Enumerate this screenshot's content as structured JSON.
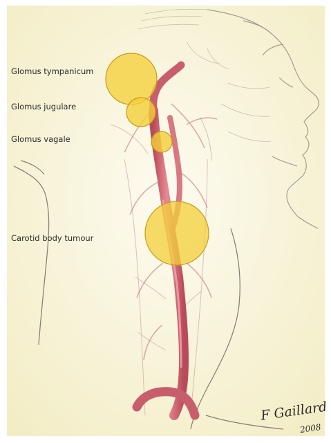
{
  "labels": {
    "glomus_tympanicum": "Glomus tympanicum",
    "glomus_jugulare": "Glomus jugulare",
    "glomus_vagale": "Glomus vagale",
    "carotid_body_tumour": "Carotid body tumour"
  },
  "signature": {
    "name": "F Gaillard",
    "year": "2008"
  },
  "colors": {
    "background": "#faf6dc",
    "artery": "#d9707c",
    "artery_dark": "#b84a5a",
    "tumour_fill": "#f3cf3a",
    "tumour_stroke": "#c79a1c",
    "sketch": "#8a7f7a"
  }
}
